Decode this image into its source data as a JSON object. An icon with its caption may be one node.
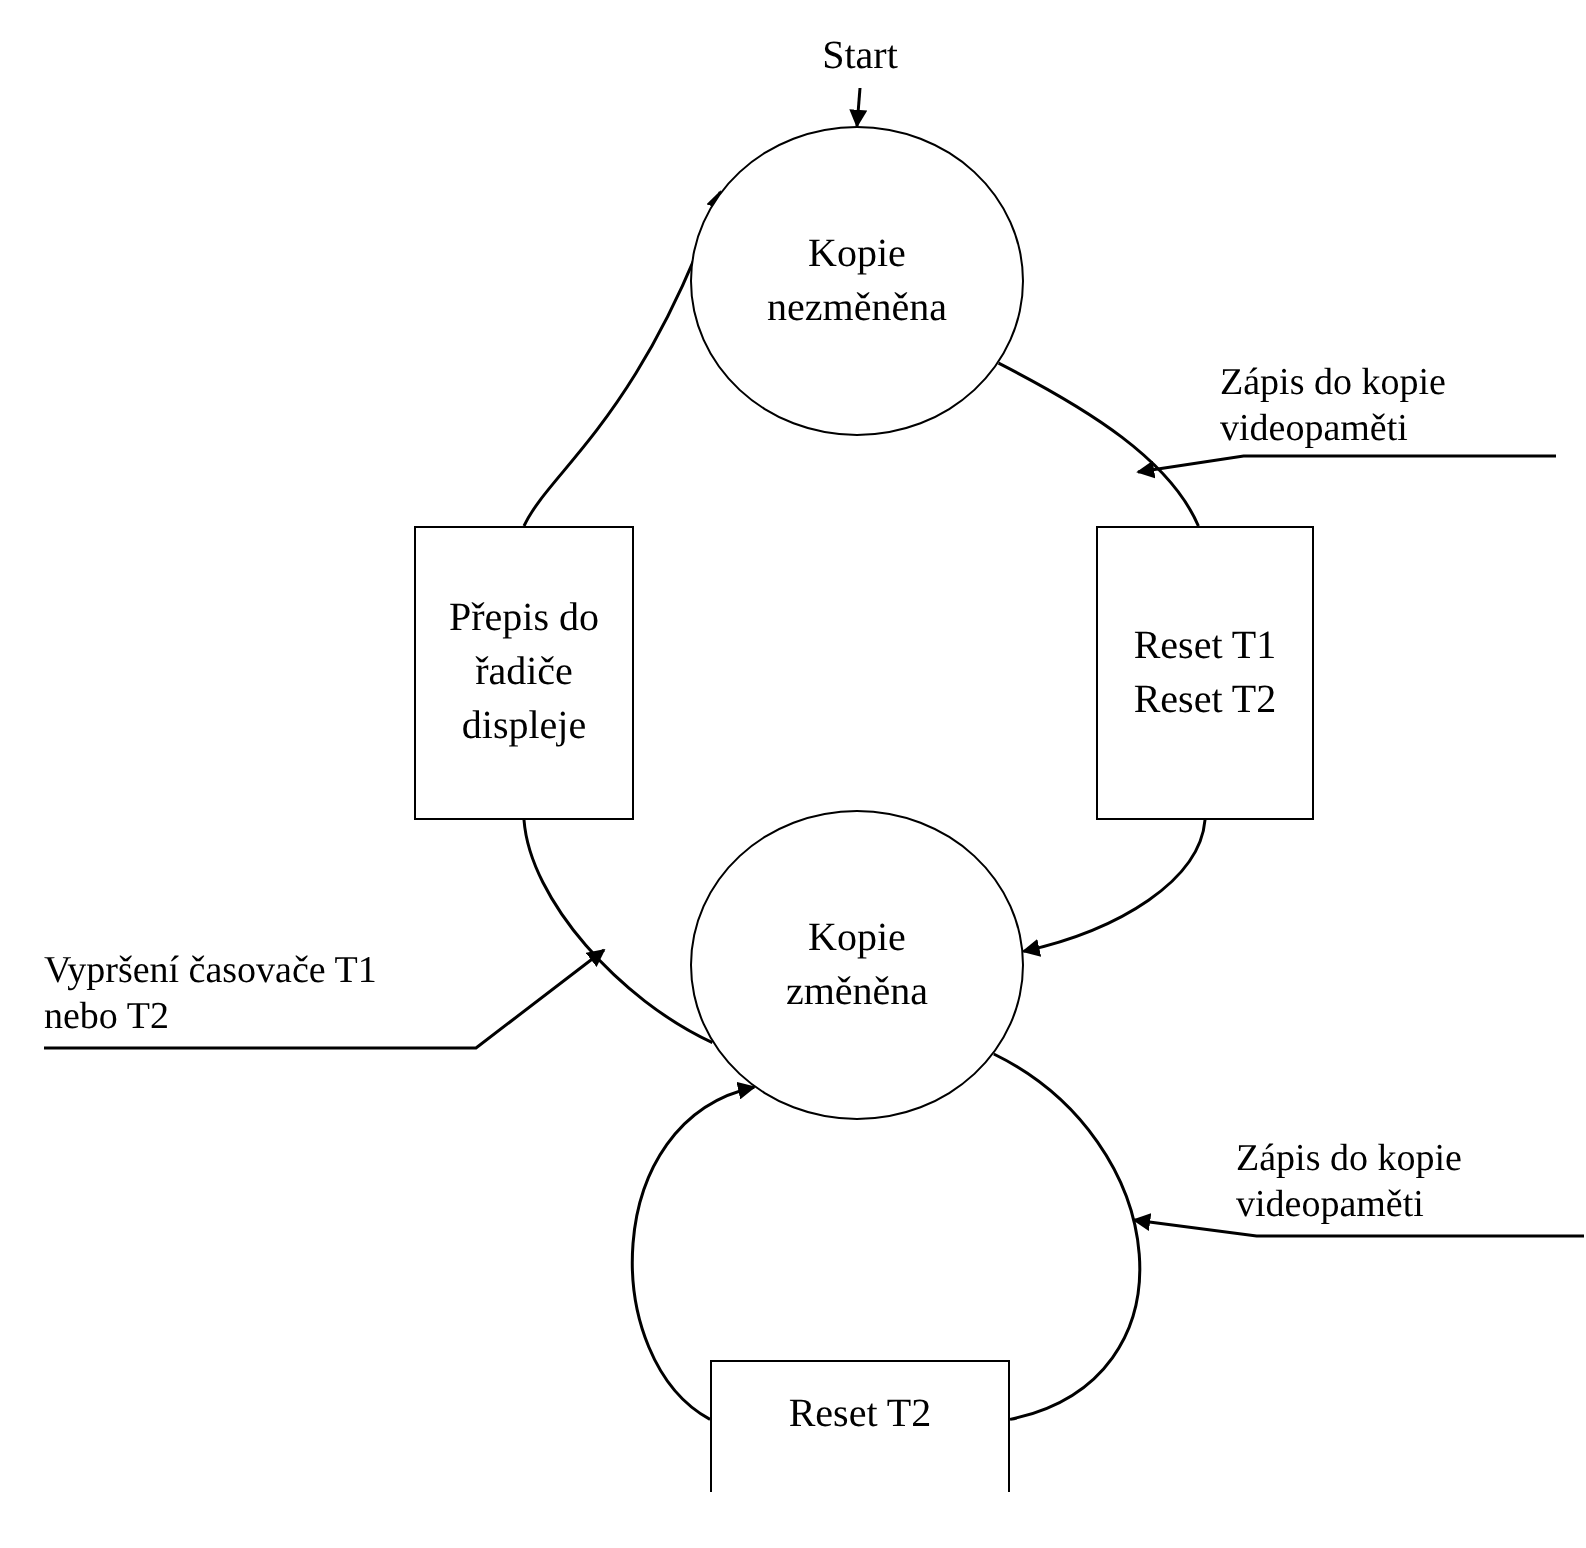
{
  "diagram": {
    "nodes": [
      {
        "text": [
          "Start"
        ]
      },
      {
        "text": [
          "Kopie nezměněna"
        ]
      },
      {
        "text": [
          "Reset T1",
          "Reset T2"
        ]
      },
      {
        "text": [
          "Kopie změněna"
        ]
      },
      {
        "text": [
          "Přepis do řadiče displeje"
        ]
      },
      {
        "text": [
          "Reset T2"
        ]
      },
      {
        "text": [
          "Zápis do kopie videopaměti"
        ]
      },
      {
        "text": [
          "Vypršení časovače T1 nebo T2"
        ]
      },
      {
        "text": [
          "Zápis do kopie videopaměti"
        ]
      }
    ],
    "edges": [
      {
        "from": 0,
        "to": 1,
        "arrow": "to"
      },
      {
        "from": 1,
        "to": 2,
        "arrow": "none"
      },
      {
        "from": 2,
        "to": 3,
        "arrow": "to"
      },
      {
        "from": 3,
        "to": 4,
        "arrow": "none"
      },
      {
        "from": 4,
        "to": 1,
        "arrow": "to"
      },
      {
        "from": 3,
        "to": 5,
        "arrow": "none"
      },
      {
        "from": 5,
        "to": 3,
        "arrow": "to"
      },
      {
        "from": 6,
        "to": null,
        "arrow": "to"
      },
      {
        "from": 7,
        "to": null,
        "arrow": "to"
      },
      {
        "from": 8,
        "to": null,
        "arrow": "to"
      }
    ]
  }
}
